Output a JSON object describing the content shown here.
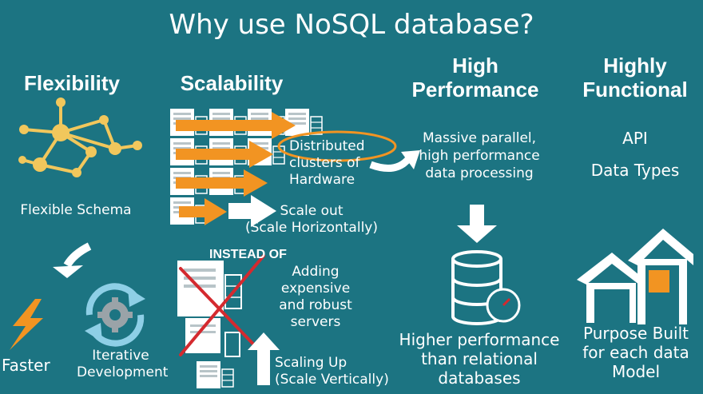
{
  "title": "Why use NoSQL database?",
  "columns": {
    "flexibility": {
      "heading": "Flexibility",
      "caption": "Flexible Schema",
      "benefit_faster": "Faster",
      "benefit_iterative": [
        "Iterative",
        "Development"
      ]
    },
    "scalability": {
      "heading": "Scalability",
      "distributed": [
        "Distributed",
        "clusters of",
        "Hardware"
      ],
      "scale_out": [
        "Scale out",
        "(Scale Horizontally)"
      ],
      "instead_of": "INSTEAD OF",
      "adding": [
        "Adding",
        "expensive",
        "and robust",
        "servers"
      ],
      "scaling_up": [
        "Scaling Up",
        "(Scale Vertically)"
      ]
    },
    "performance": {
      "heading": [
        "High",
        "Performance"
      ],
      "description": [
        "Massive parallel,",
        "high performance",
        "data processing"
      ],
      "result": [
        "Higher performance",
        "than relational",
        "databases"
      ]
    },
    "functional": {
      "heading": [
        "Highly",
        "Functional"
      ],
      "items": [
        "API",
        "Data Types"
      ],
      "purpose": [
        "Purpose Built",
        "for each data",
        "Model"
      ]
    }
  },
  "colors": {
    "background": "#1c7482",
    "orange": "#f29422",
    "gold": "#f1c75c",
    "cross": "#d42a2f",
    "icon_blue": "#8ecfe6"
  }
}
